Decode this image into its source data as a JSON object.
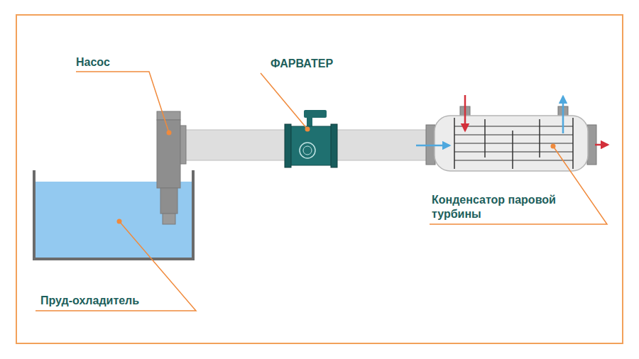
{
  "diagram": {
    "labels": [
      "Насос",
      "ФАРВАТЕР",
      "Конденсатор паровой турбины",
      "Пруд-охладитель"
    ]
  }
}
